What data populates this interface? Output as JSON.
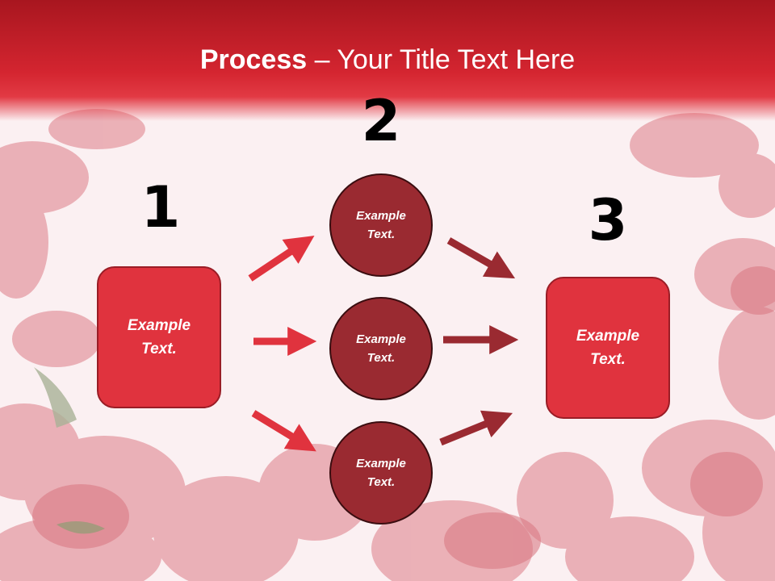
{
  "title": {
    "bold": "Process",
    "rest": " – Your Title Text Here"
  },
  "numbers": [
    "1",
    "2",
    "3"
  ],
  "left_box": {
    "line1": "Example",
    "line2": "Text."
  },
  "right_box": {
    "line1": "Example",
    "line2": "Text."
  },
  "circles": [
    {
      "line1": "Example",
      "line2": "Text."
    },
    {
      "line1": "Example",
      "line2": "Text."
    },
    {
      "line1": "Example",
      "line2": "Text."
    }
  ],
  "colors": {
    "header": "#c8202a",
    "box": "#e0333e",
    "circle": "#9a2a31",
    "arrow_left": "#e0333e",
    "arrow_right": "#9a2a31"
  }
}
